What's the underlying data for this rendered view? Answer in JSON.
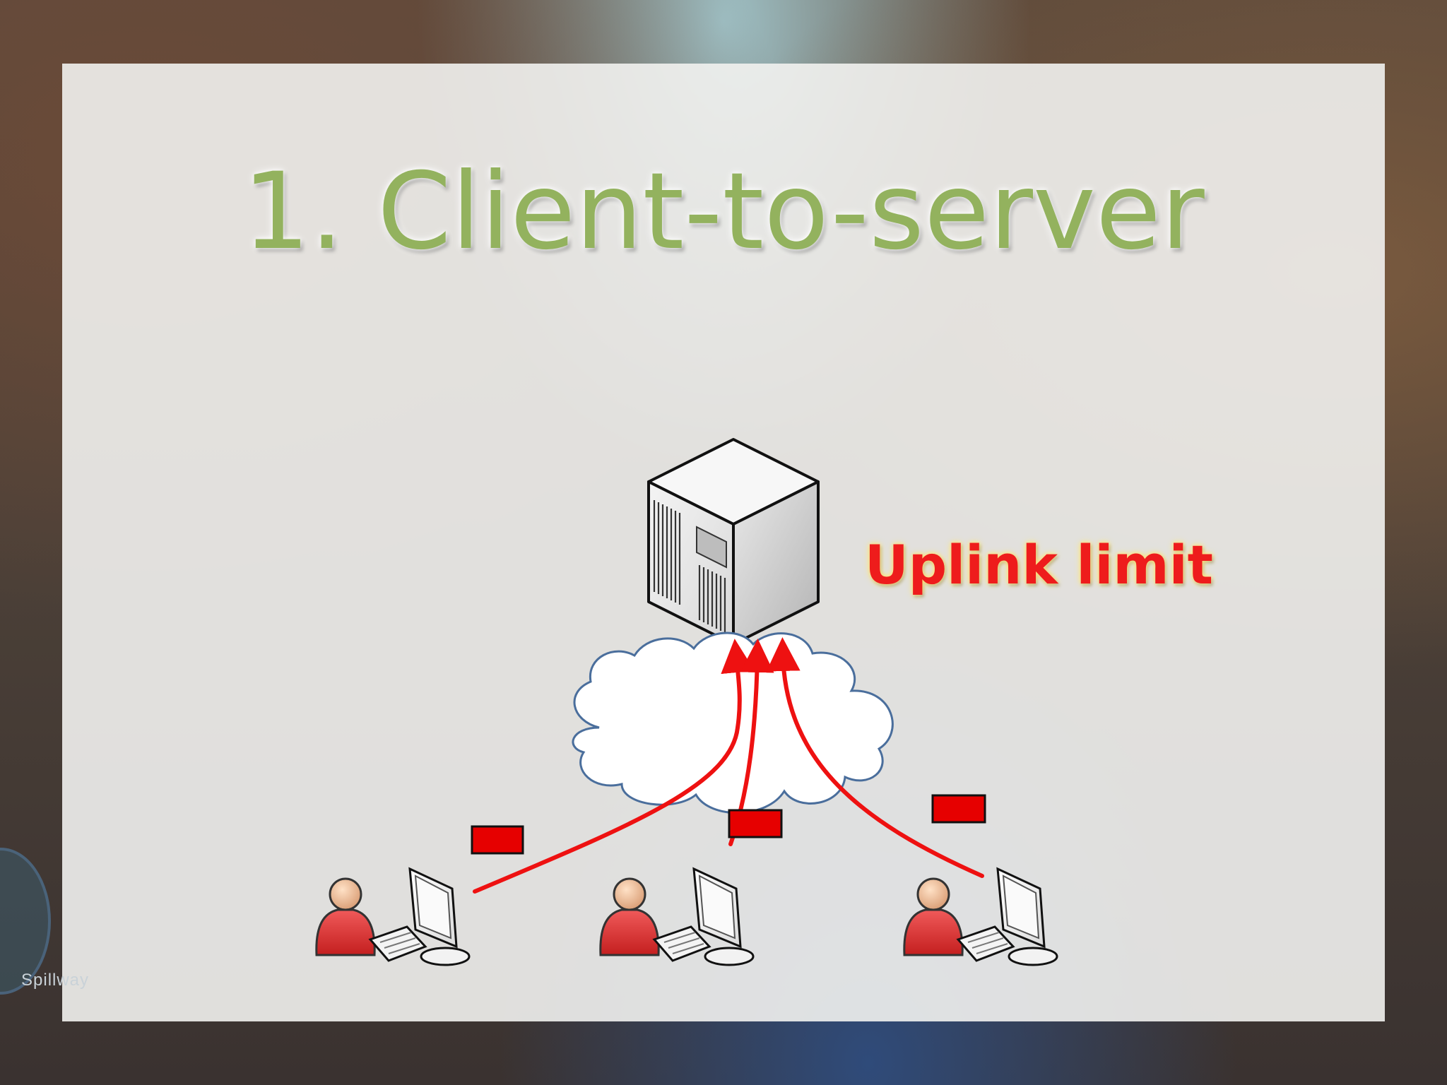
{
  "slide": {
    "title": "1. Client-to-server",
    "annotation": "Uplink limit",
    "background_hud_label": "Spillway"
  },
  "diagram": {
    "nodes": [
      {
        "id": "server",
        "icon": "server-icon"
      },
      {
        "id": "internet",
        "icon": "cloud-icon"
      },
      {
        "id": "client-1",
        "icon": "user-workstation-icon"
      },
      {
        "id": "client-2",
        "icon": "user-workstation-icon"
      },
      {
        "id": "client-3",
        "icon": "user-workstation-icon"
      }
    ],
    "edges": [
      {
        "from": "client-1",
        "to": "server",
        "style": "red-arrow"
      },
      {
        "from": "client-2",
        "to": "server",
        "style": "red-arrow"
      },
      {
        "from": "client-3",
        "to": "server",
        "style": "red-arrow"
      }
    ],
    "packets": 3
  },
  "colors": {
    "title": "#93b25e",
    "annotation": "#ee1c1c",
    "arrow": "#ee1111",
    "packet": "#e60000",
    "cloud_stroke": "#4a6e9c",
    "person": "#e03a3a"
  }
}
